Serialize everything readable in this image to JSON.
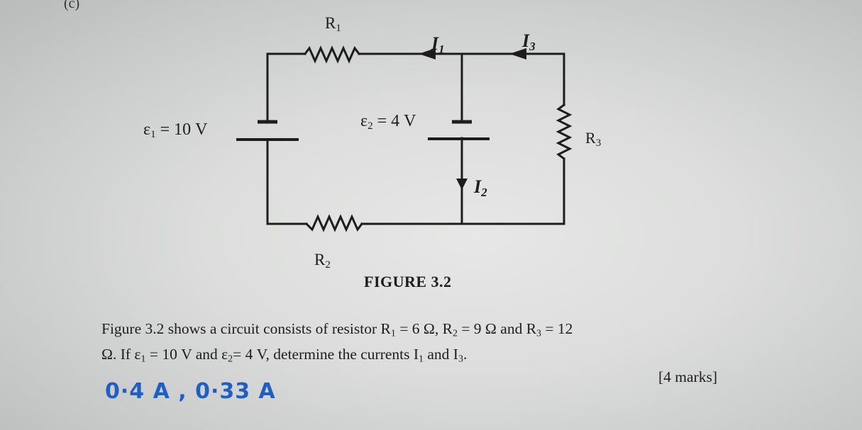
{
  "part_label": "(c)",
  "figure": {
    "title": "FIGURE 3.2",
    "labels": {
      "R1": {
        "main": "R",
        "sub": "1"
      },
      "R2": {
        "main": "R",
        "sub": "2"
      },
      "R3": {
        "main": "R",
        "sub": "3"
      },
      "I1": {
        "main": "I",
        "sub": "1"
      },
      "I2": {
        "main": "I",
        "sub": "2"
      },
      "I3": {
        "main": "I",
        "sub": "3"
      },
      "E1": {
        "main": "ε",
        "sub": "1",
        "value": " = 10 V"
      },
      "E2": {
        "main": "ε",
        "sub": "2",
        "value": " = 4 V"
      }
    }
  },
  "question": {
    "line1": {
      "text_a": "Figure 3.2 shows a circuit consists of resistor R",
      "sub_a": "1",
      "text_b": " = 6 Ω, R",
      "sub_b": "2",
      "text_c": " = 9 Ω and R",
      "sub_c": "3",
      "text_d": " = 12"
    },
    "line2": {
      "text_a": "Ω. If ε",
      "sub_a": "1",
      "text_b": " = 10 V and ε",
      "sub_b": "2",
      "text_c": "= 4 V, determine the currents I",
      "sub_c": "1",
      "text_d": " and I",
      "sub_d": "3",
      "text_e": "."
    },
    "marks": "[4 marks]"
  },
  "handwritten_answer": {
    "text": "0·4 A , 0·33 A",
    "color": "#1f5fc4"
  },
  "colors": {
    "ink": "#1d1d1d"
  }
}
